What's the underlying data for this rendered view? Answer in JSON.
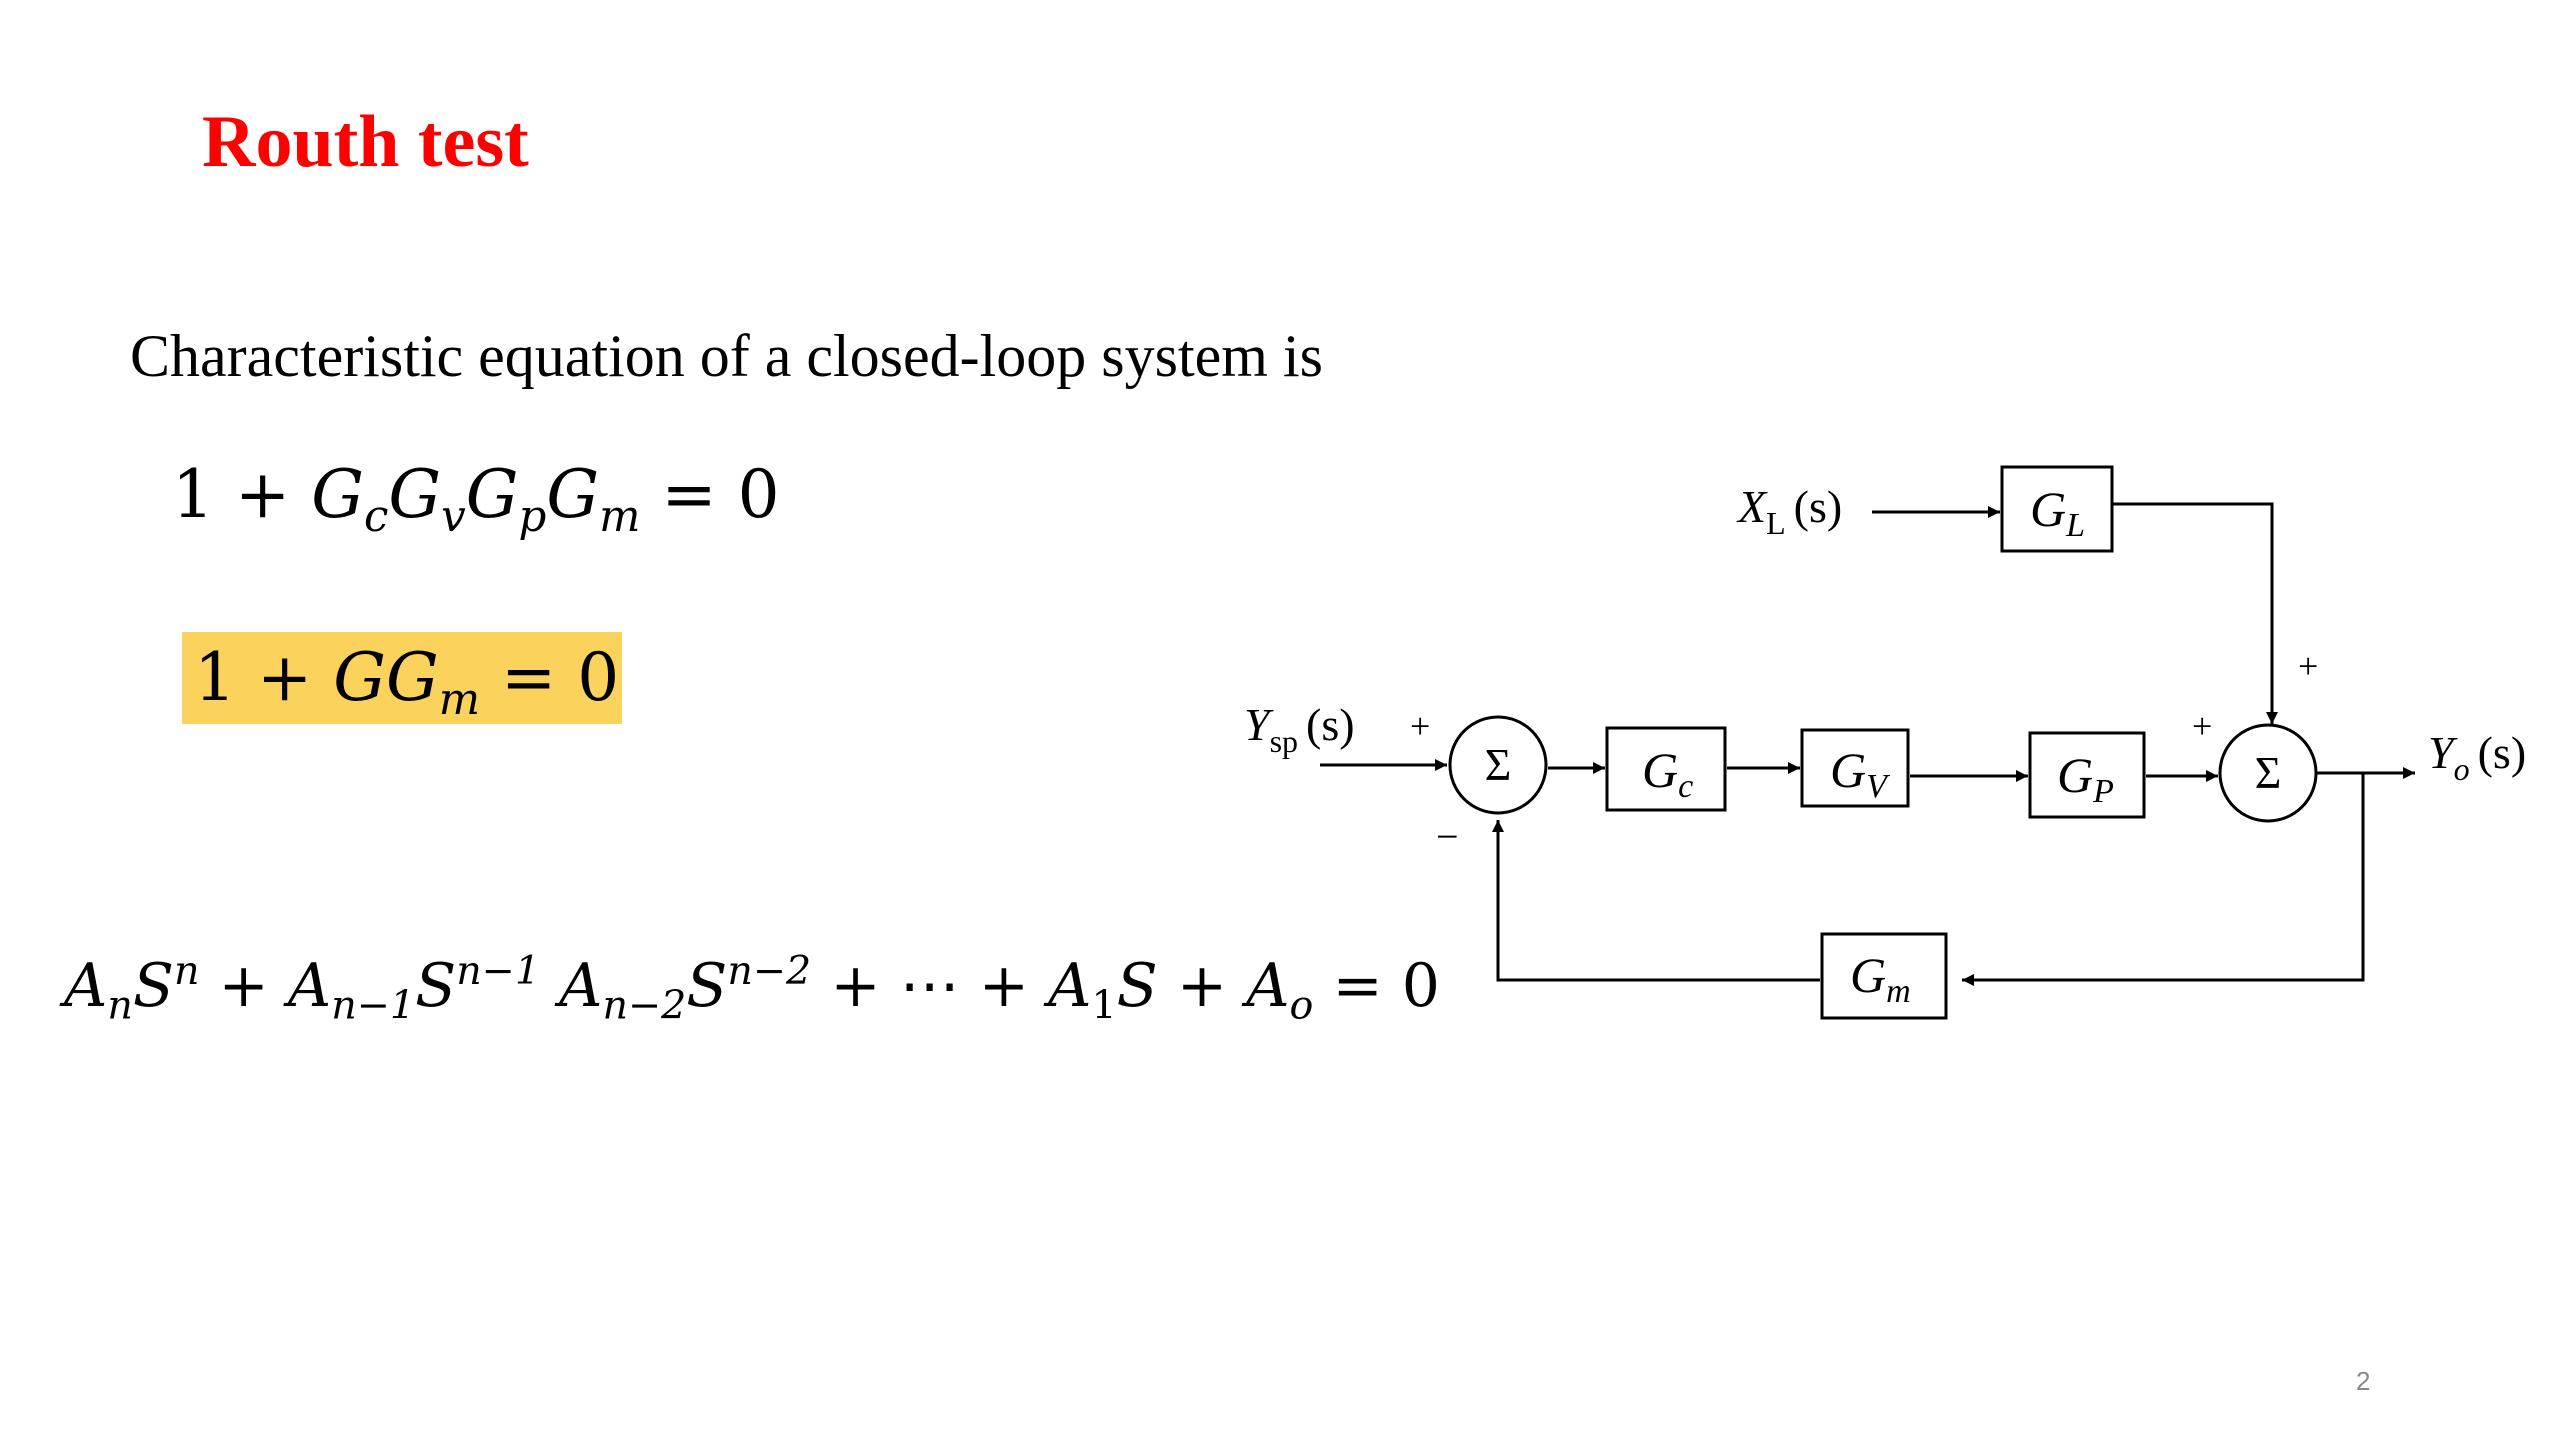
{
  "slide": {
    "title": "Routh test",
    "title_color": "#ff0000",
    "intro": "Characteristic equation of a closed-loop system is",
    "highlight_color": "#fbd25c",
    "page_number": "2"
  },
  "equations": {
    "eq1": {
      "one": "1",
      "plus": "+",
      "G": "G",
      "c": "c",
      "v": "v",
      "p": "p",
      "m": "m",
      "eq_zero": "= 0"
    },
    "eq2": {
      "one": "1",
      "plus": "+",
      "GG": "GG",
      "m": "m",
      "eq_zero": "= 0"
    },
    "eq3": {
      "A": "A",
      "S": "S",
      "n": "n",
      "plus": "+",
      "n_minus_1": "n−1",
      "n_minus_2": "n−2",
      "dots": "+ ⋯ +",
      "one": "1",
      "o": "o",
      "eq_zero": "= 0"
    }
  },
  "diagram": {
    "inputs": {
      "setpoint": {
        "var": "Y",
        "sub": "sp",
        "arg": "(s)"
      },
      "load": {
        "var": "X",
        "sub": "L",
        "arg": "(s)"
      }
    },
    "output": {
      "var": "Y",
      "sub": "o",
      "arg": "(s)"
    },
    "blocks": {
      "gc": {
        "var": "G",
        "sub": "c"
      },
      "gv": {
        "var": "G",
        "sub": "V"
      },
      "gp": {
        "var": "G",
        "sub": "P"
      },
      "gl": {
        "var": "G",
        "sub": "L"
      },
      "gm": {
        "var": "G",
        "sub": "m"
      }
    },
    "summing_junctions": {
      "symbol": "Σ"
    },
    "signs": {
      "sp_plus": "+",
      "feedback_minus": "−",
      "load_plus": "+",
      "process_plus": "+"
    }
  }
}
